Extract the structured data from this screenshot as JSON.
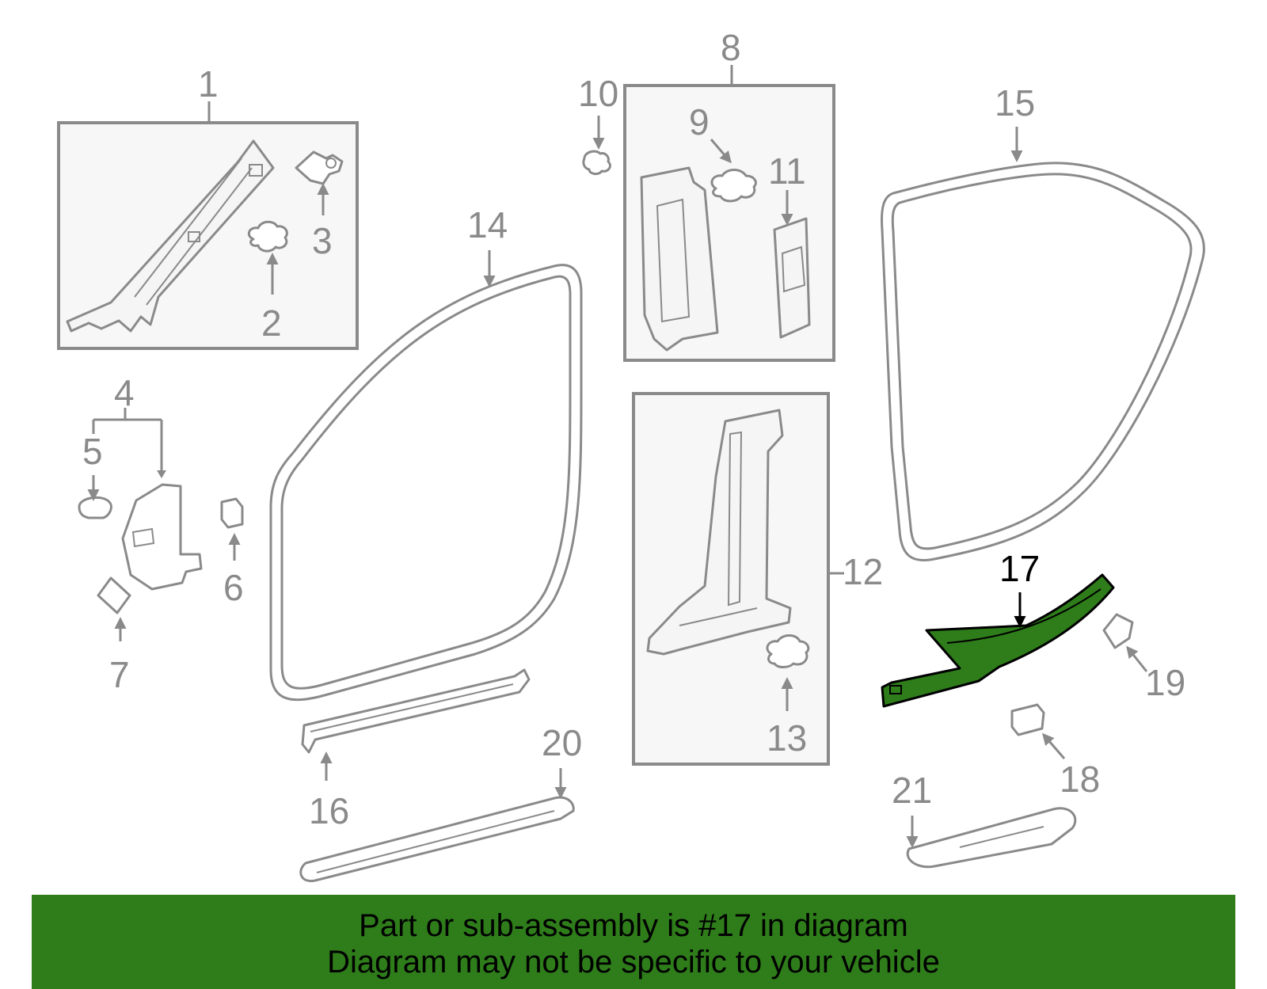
{
  "diagram": {
    "highlighted_part": "17",
    "highlight_color": "#2e7d1a",
    "line_color": "#8a8a8a",
    "callouts": {
      "c1": "1",
      "c2": "2",
      "c3": "3",
      "c4": "4",
      "c5": "5",
      "c6": "6",
      "c7": "7",
      "c8": "8",
      "c9": "9",
      "c10": "10",
      "c11": "11",
      "c12": "12",
      "c13": "13",
      "c14": "14",
      "c15": "15",
      "c16": "16",
      "c17": "17",
      "c18": "18",
      "c19": "19",
      "c20": "20",
      "c21": "21"
    }
  },
  "banner": {
    "line1": "Part or sub-assembly is #17 in diagram",
    "line2": "Diagram may not be specific to your vehicle",
    "background": "#2e7d1a"
  }
}
